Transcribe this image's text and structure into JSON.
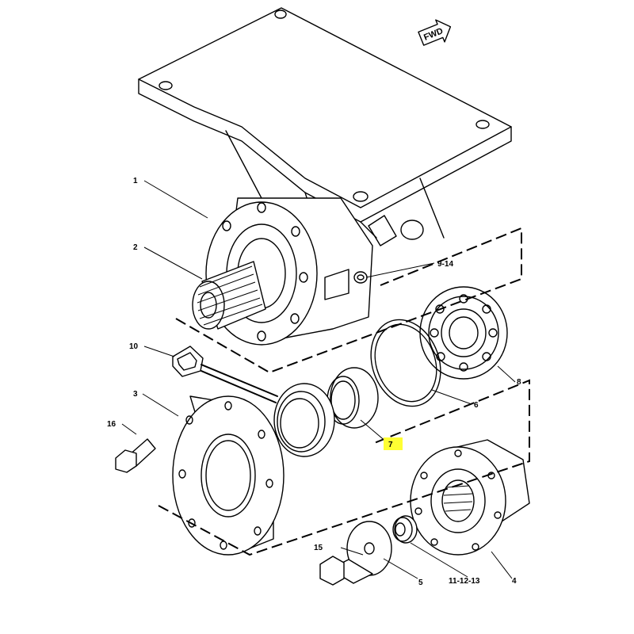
{
  "diagram": {
    "direction_marker": "FWD",
    "highlight_color": "#ffff33",
    "callouts": {
      "c1": "1",
      "c2": "2",
      "c3": "3",
      "c4": "4",
      "c5": "5",
      "c6": "6",
      "c7": "7",
      "c8": "8",
      "c9_14": "9-14",
      "c10": "10",
      "c11_12_13": "11-12-13",
      "c15": "15",
      "c16": "16"
    }
  }
}
